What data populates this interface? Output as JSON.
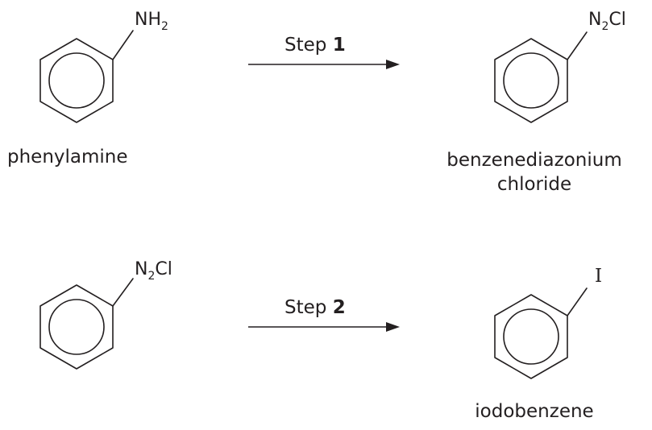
{
  "reaction1": {
    "reactant": {
      "substituent_main": "NH",
      "substituent_sub": "2",
      "name": "phenylamine"
    },
    "step_text": "Step ",
    "step_number": "1",
    "product": {
      "substituent_pre": "N",
      "substituent_sub": "2",
      "substituent_post": "Cl",
      "name_line1": "benzenediazonium",
      "name_line2": "chloride"
    }
  },
  "reaction2": {
    "reactant": {
      "substituent_pre": "N",
      "substituent_sub": "2",
      "substituent_post": "Cl"
    },
    "step_text": "Step ",
    "step_number": "2",
    "product": {
      "substituent": "I",
      "name": "iodobenzene"
    }
  }
}
